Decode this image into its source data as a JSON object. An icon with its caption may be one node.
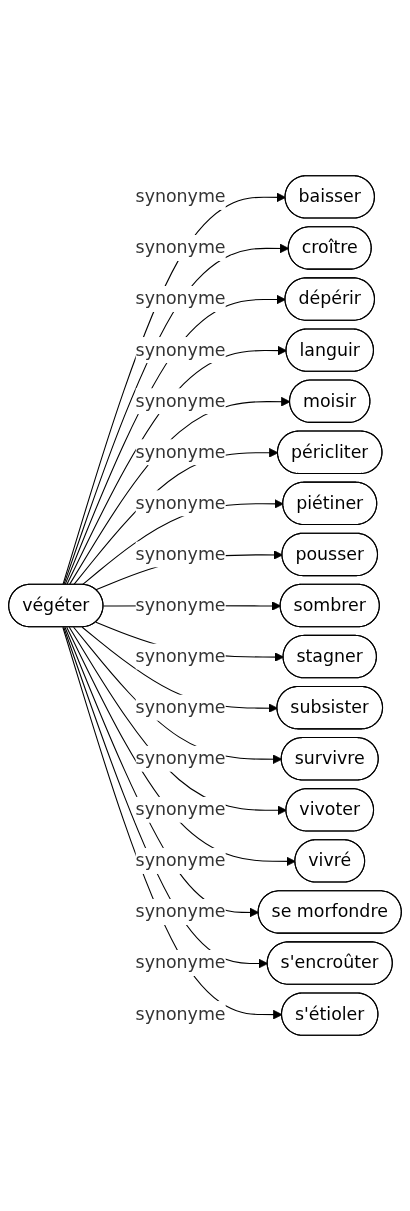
{
  "diagram": {
    "nodes": [
      {
        "text": [
          "végéter"
        ]
      },
      {
        "text": [
          "baisser"
        ]
      },
      {
        "text": [
          "croître"
        ]
      },
      {
        "text": [
          "dépérir"
        ]
      },
      {
        "text": [
          "languir"
        ]
      },
      {
        "text": [
          "moisir"
        ]
      },
      {
        "text": [
          "péricliter"
        ]
      },
      {
        "text": [
          "piétiner"
        ]
      },
      {
        "text": [
          "pousser"
        ]
      },
      {
        "text": [
          "sombrer"
        ]
      },
      {
        "text": [
          "stagner"
        ]
      },
      {
        "text": [
          "subsister"
        ]
      },
      {
        "text": [
          "survivre"
        ]
      },
      {
        "text": [
          "vivoter"
        ]
      },
      {
        "text": [
          "vivré"
        ]
      },
      {
        "text": [
          "se morfondre"
        ]
      },
      {
        "text": [
          "s'encroûter"
        ]
      },
      {
        "text": [
          "s'étioler"
        ]
      }
    ],
    "edges": [
      {
        "from": 0,
        "to": 1,
        "arrow": "to",
        "label": "synonyme"
      },
      {
        "from": 0,
        "to": 2,
        "arrow": "to",
        "label": "synonyme"
      },
      {
        "from": 0,
        "to": 3,
        "arrow": "to",
        "label": "synonyme"
      },
      {
        "from": 0,
        "to": 4,
        "arrow": "to",
        "label": "synonyme"
      },
      {
        "from": 0,
        "to": 5,
        "arrow": "to",
        "label": "synonyme"
      },
      {
        "from": 0,
        "to": 6,
        "arrow": "to",
        "label": "synonyme"
      },
      {
        "from": 0,
        "to": 7,
        "arrow": "to",
        "label": "synonyme"
      },
      {
        "from": 0,
        "to": 8,
        "arrow": "to",
        "label": "synonyme"
      },
      {
        "from": 0,
        "to": 9,
        "arrow": "to",
        "label": "synonyme"
      },
      {
        "from": 0,
        "to": 10,
        "arrow": "to",
        "label": "synonyme"
      },
      {
        "from": 0,
        "to": 11,
        "arrow": "to",
        "label": "synonyme"
      },
      {
        "from": 0,
        "to": 12,
        "arrow": "to",
        "label": "synonyme"
      },
      {
        "from": 0,
        "to": 13,
        "arrow": "to",
        "label": "synonyme"
      },
      {
        "from": 0,
        "to": 14,
        "arrow": "to",
        "label": "synonyme"
      },
      {
        "from": 0,
        "to": 15,
        "arrow": "to",
        "label": "synonyme"
      },
      {
        "from": 0,
        "to": 16,
        "arrow": "to",
        "label": "synonyme"
      },
      {
        "from": 0,
        "to": 17,
        "arrow": "to",
        "label": "synonyme"
      }
    ]
  }
}
